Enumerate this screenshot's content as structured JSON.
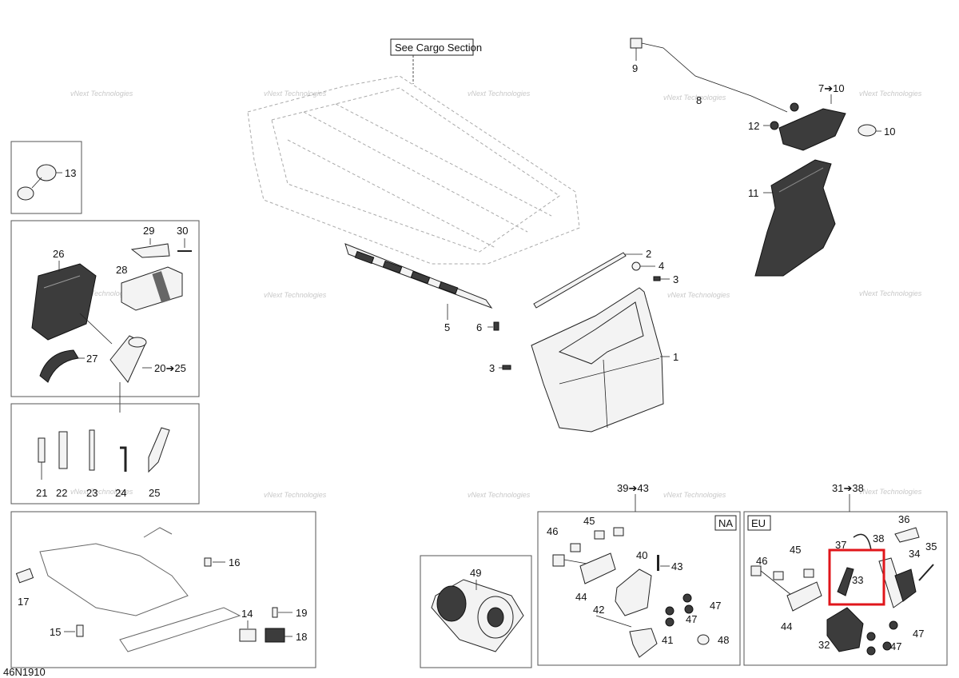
{
  "cargo_note": "See Cargo Section",
  "ref_code": "46N1910",
  "watermark": "vNext Technologies",
  "region_na": "NA",
  "region_eu": "EU",
  "callouts": {
    "c1": "1",
    "c2": "2",
    "c3a": "3",
    "c3b": "3",
    "c4": "4",
    "c5": "5",
    "c6": "6",
    "c7_10": "7➔10",
    "c8": "8",
    "c9": "9",
    "c10": "10",
    "c11": "11",
    "c12": "12",
    "c13": "13",
    "c14": "14",
    "c15": "15",
    "c16": "16",
    "c17": "17",
    "c18": "18",
    "c19": "19",
    "c20_25": "20➔25",
    "c21": "21",
    "c22": "22",
    "c23": "23",
    "c24": "24",
    "c25": "25",
    "c26": "26",
    "c27": "27",
    "c28": "28",
    "c29": "29",
    "c30": "30",
    "c31_38": "31➔38",
    "c32": "32",
    "c33": "33",
    "c34": "34",
    "c35": "35",
    "c36": "36",
    "c37": "37",
    "c38": "38",
    "c39_43": "39➔43",
    "c40": "40",
    "c41": "41",
    "c42": "42",
    "c43": "43",
    "c44a": "44",
    "c44b": "44",
    "c45a": "45",
    "c45b": "45",
    "c46a": "46",
    "c46b": "46",
    "c47a": "47",
    "c47b": "47",
    "c47c": "47",
    "c47d": "47",
    "c48": "48",
    "c49": "49"
  },
  "highlight_color": "#e0161b"
}
